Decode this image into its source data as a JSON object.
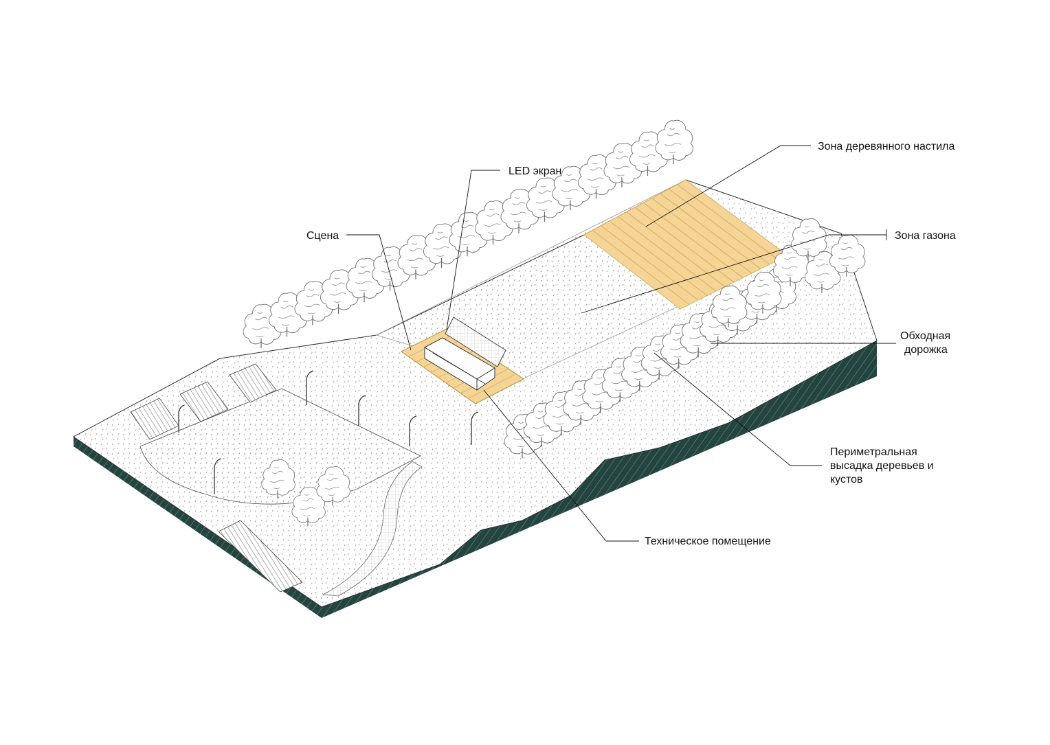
{
  "labels": {
    "deck_zone": "Зона деревянного настила",
    "led_screen": "LED экран",
    "stage": "Сцена",
    "lawn_zone": "Зона газона",
    "bypass_path_line1": "Обходная",
    "bypass_path_line2": "дорожка",
    "perimeter_line1": "Периметральная",
    "perimeter_line2": "высадка деревьев и",
    "perimeter_line3": "кустов",
    "tech_room": "Техническое помещение"
  },
  "colors": {
    "wood": "#f5d597",
    "wood_line": "#dcae5c",
    "section": "#23443f",
    "section_hatch": "#6d8f89",
    "ink": "#2a2a2a",
    "leader": "#111111"
  }
}
